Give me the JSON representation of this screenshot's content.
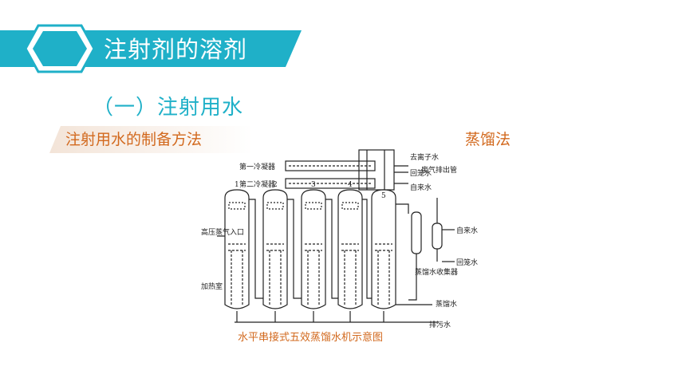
{
  "header": {
    "title": "注射剂的溶剂"
  },
  "section": {
    "subtitle": "（一）注射用水"
  },
  "method": {
    "label": "注射用水的制备方法",
    "value": "蒸馏法"
  },
  "diagram": {
    "caption": "水平串接式五效蒸馏水机示意图",
    "condenser1": "第一冷凝器",
    "condenser2": "第二冷凝器",
    "deionized": "去离子水",
    "return_water": "回笼水",
    "tap_water": "自来水",
    "exhaust": "废气排出管",
    "tap_water_right": "自来水",
    "return_water_right": "回笼水",
    "collector": "蒸馏水收集器",
    "distilled": "蒸馏水",
    "drain": "排污水",
    "steam_inlet": "高压蒸气入口",
    "heating_room": "加热室",
    "column_numbers": [
      "1",
      "2",
      "3",
      "4",
      "5"
    ]
  },
  "colors": {
    "accent": "#1fb0c8",
    "orange": "#d2691e"
  }
}
